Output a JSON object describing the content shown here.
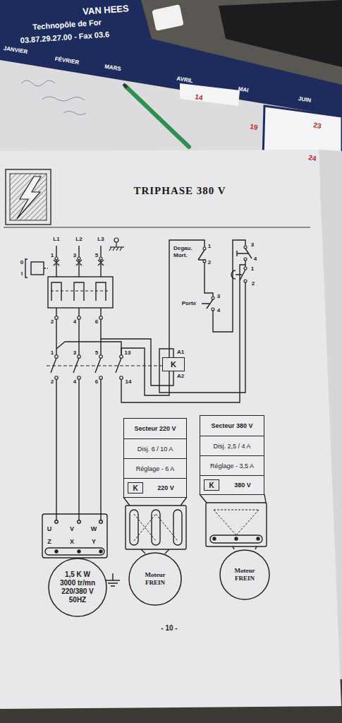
{
  "diagram": {
    "title": "TRIPHASE 380 V",
    "nodes": [
      {
        "text": [
          "K"
        ]
      },
      {
        "text": [
          "1,5 K W 3000 tr/mn 220/380 V 50HZ"
        ]
      },
      {
        "text": [
          "Secteur 220 V",
          "Disj. 6 / 10 A",
          "Réglage - 6 A",
          "220 V"
        ]
      },
      {
        "text": [
          "K"
        ],
        "in": 2
      },
      {
        "text": [
          "Secteur 380 V",
          "Disj. 2,5 / 4 A",
          "Réglage - 3,5 A",
          "380 V"
        ]
      },
      {
        "text": [
          "K"
        ],
        "in": 4
      },
      {
        "text": [
          "Moteur FREIN"
        ]
      },
      {
        "text": [
          "Moteur FREIN"
        ]
      }
    ],
    "labels": [
      "VAN HEES",
      "Technopôle de For",
      "03.87.29.27.00 - Fax 03.6",
      "JANVIER",
      "FÉVRIER",
      "MARS",
      "AVRIL",
      "MAI",
      "JUIN",
      "14",
      "19",
      "23",
      "24",
      "L1",
      "L2",
      "L3",
      "0",
      "I",
      "1",
      "3",
      "5",
      "2",
      "4",
      "6",
      "1",
      "3",
      "5",
      "13",
      "2",
      "4",
      "6",
      "14",
      "A1",
      "A2",
      "Degau. Mort.",
      "1",
      "2",
      "Porte",
      "3",
      "4",
      "3",
      "4",
      "1",
      "2",
      "U",
      "V",
      "W",
      "Z",
      "X",
      "Y",
      "- 10 -"
    ]
  }
}
